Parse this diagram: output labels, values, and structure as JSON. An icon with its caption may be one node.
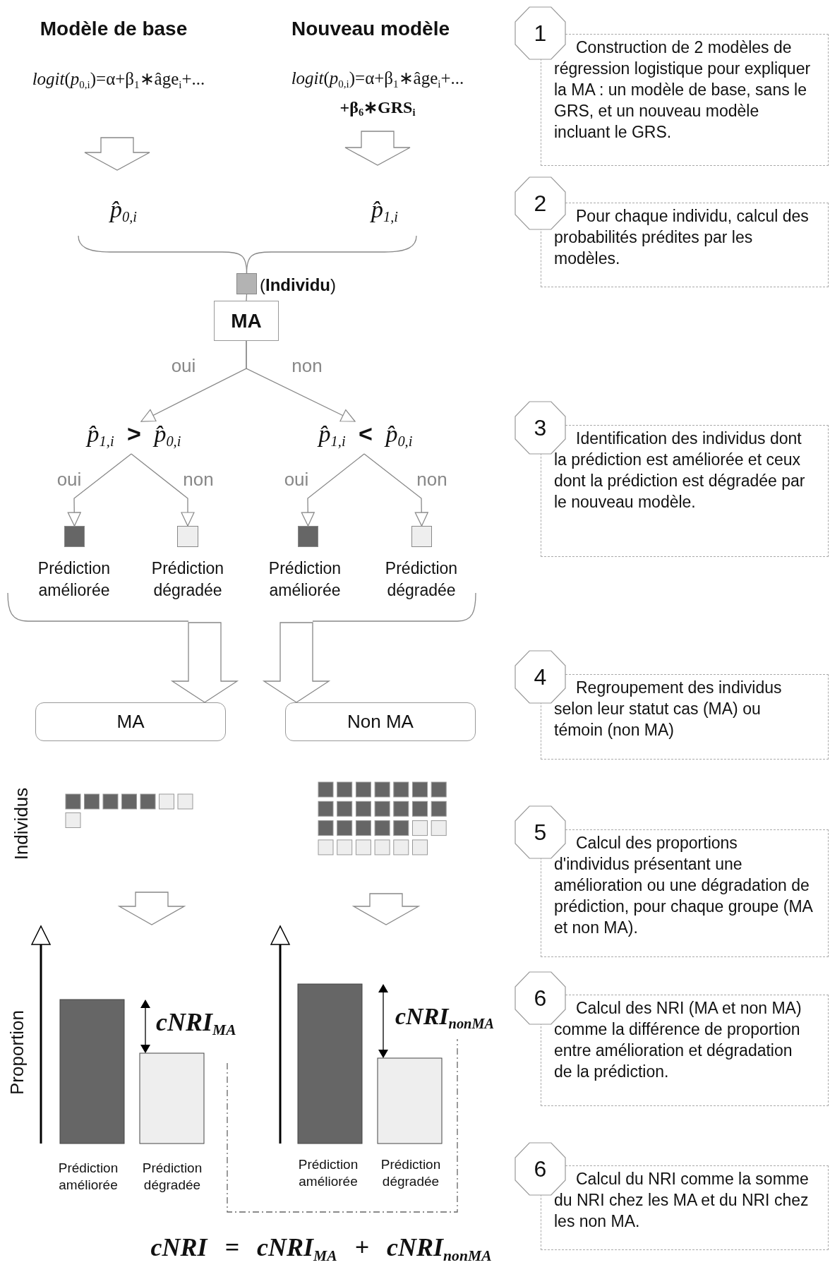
{
  "diagram": {
    "nodes": [
      {
        "text": [
          "*logit*(*p*$_{0,i}$)=α+β$_{1}$∗âge$_{i}$+..."
        ]
      },
      {
        "text": [
          "*logit*(*p*$_{0,i}$)=α+β$_{1}$∗âge$_{i}$+...",
          "+β$_{6}$∗GRS$_{i}$"
        ]
      },
      {
        "text": [
          "p̂$_{0,i}$"
        ]
      },
      {
        "text": [
          "p̂$_{1,i}$"
        ]
      },
      {
        "text": [],
        "shape": "box",
        "beside": [
          "(**Individu**)"
        ]
      },
      {
        "text": [
          "MA"
        ]
      },
      {
        "text": [
          "p̂$_{1,i}$ **>** p̂$_{0,i}$"
        ]
      },
      {
        "text": [
          "p̂$_{1,i}$ **<** p̂$_{0,i}$"
        ]
      },
      {
        "text": [],
        "shape": "box"
      },
      {
        "text": [],
        "shape": "box"
      },
      {
        "text": [],
        "shape": "box"
      },
      {
        "text": [],
        "shape": "box"
      },
      {
        "text": [
          "MA"
        ]
      },
      {
        "text": [
          "Non MA"
        ]
      },
      {
        "text": [],
        "shape": "grid"
      },
      {
        "text": [],
        "shape": "grid"
      },
      {
        "text": [
          "cNRI$_{MA}$"
        ],
        "beside": [
          "Prédiction améliorée",
          "Prédiction dégradée",
          "Proportion"
        ]
      },
      {
        "text": [
          "cNRI$_{nonMA}$"
        ],
        "beside": [
          "Prédiction améliorée",
          "Prédiction dégradée"
        ]
      },
      {
        "text": [
          "1"
        ]
      },
      {
        "text": [
          "Construction de 2 modèles de régression logistique pour expliquer la MA : un modèle de base, sans le GRS, et un nouveau modèle incluant le GRS."
        ]
      },
      {
        "text": [
          "2"
        ]
      },
      {
        "text": [
          "Pour chaque individu, calcul des probabilités prédites par les  modèles."
        ]
      },
      {
        "text": [
          "3"
        ]
      },
      {
        "text": [
          "Identification des individus dont la prédiction est améliorée et ceux dont la prédiction est dégradée par le nouveau modèle."
        ]
      },
      {
        "text": [
          "4"
        ]
      },
      {
        "text": [
          "Regroupement des individus selon leur statut cas (MA) ou témoin (non MA)"
        ]
      },
      {
        "text": [
          "5"
        ]
      },
      {
        "text": [
          "Calcul des proportions d'individus présentant une amélioration ou une dégradation de prédiction, pour chaque groupe (MA et non MA)."
        ]
      },
      {
        "text": [
          "6"
        ]
      },
      {
        "text": [
          "Calcul des NRI (MA et non MA) comme la différence de proportion entre amélioration et dégradation de la prédiction."
        ]
      },
      {
        "text": [
          "6"
        ]
      },
      {
        "text": [
          "Calcul du NRI comme la somme du NRI chez les MA et du NRI chez les non MA."
        ]
      },
      {
        "text": [],
        "shape": "bracket"
      }
    ],
    "edges": [
      {
        "from": 0,
        "to": 2,
        "arrow": "to",
        "style": "thick"
      },
      {
        "from": 1,
        "to": 3,
        "arrow": "to",
        "style": "thick"
      },
      {
        "from": 2,
        "to": 4,
        "arrow": "none"
      },
      {
        "from": 3,
        "to": 4,
        "arrow": "none"
      },
      {
        "from": 4,
        "to": 5,
        "arrow": "none"
      },
      {
        "from": 5,
        "to": 6,
        "arrow": "to",
        "label": "oui"
      },
      {
        "from": 5,
        "to": 7,
        "arrow": "to",
        "label": "non"
      },
      {
        "from": 6,
        "to": 8,
        "arrow": "to",
        "label": "oui"
      },
      {
        "from": 6,
        "to": 9,
        "arrow": "to",
        "label": "non"
      },
      {
        "from": 7,
        "to": 10,
        "arrow": "to",
        "label": "oui"
      },
      {
        "from": 7,
        "to": 11,
        "arrow": "to",
        "label": "non"
      },
      {
        "from": 32,
        "to": 12,
        "arrow": "to",
        "style": "thick"
      },
      {
        "from": 32,
        "to": 13,
        "arrow": "to",
        "style": "thick"
      },
      {
        "from": 14,
        "to": 16,
        "arrow": "to",
        "style": "thick"
      },
      {
        "from": 15,
        "to": 17,
        "arrow": "to",
        "style": "thick"
      },
      {
        "from": 16,
        "to": 17,
        "arrow": "none",
        "style": "dashed"
      }
    ],
    "labels": [
      "Modèle de base",
      "Nouveau modèle",
      "Prédiction améliorée",
      "Prédiction dégradée",
      "Prédiction améliorée",
      "Prédiction dégradée",
      "Individus",
      "cNRI = cNRI$_{MA}$ + cNRI$_{nonMA}$"
    ]
  }
}
